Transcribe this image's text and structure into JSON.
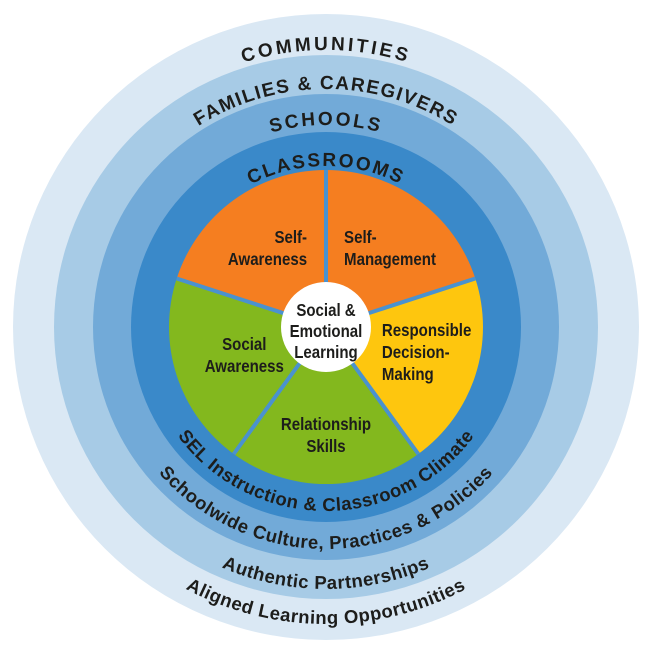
{
  "diagram": {
    "center": {
      "lines": [
        "Social &",
        "Emotional",
        "Learning"
      ]
    },
    "slices": [
      {
        "name": "Self-Management",
        "lines": [
          "Self-",
          "Management"
        ],
        "color": "#f57e20"
      },
      {
        "name": "Responsible Decision-Making",
        "lines": [
          "Responsible",
          "Decision-",
          "Making"
        ],
        "color": "#fec60e"
      },
      {
        "name": "Relationship Skills",
        "lines": [
          "Relationship",
          "Skills"
        ],
        "color": "#83b81e"
      },
      {
        "name": "Social Awareness",
        "lines": [
          "Social",
          "Awareness"
        ],
        "color": "#83b81e"
      },
      {
        "name": "Self-Awareness",
        "lines": [
          "Self-",
          "Awareness"
        ],
        "color": "#f57e20"
      }
    ],
    "rings": [
      {
        "name": "Classrooms",
        "top_label": "CLASSROOMS",
        "bottom_label": "SEL Instruction & Classroom Climate",
        "color": "#3a89c9"
      },
      {
        "name": "Schools",
        "top_label": "SCHOOLS",
        "bottom_label": "Schoolwide Culture, Practices & Policies",
        "color": "#72aad8"
      },
      {
        "name": "Families & Caregivers",
        "top_label": "FAMILIES & CAREGIVERS",
        "bottom_label": "Authentic Partnerships",
        "color": "#a7cbe6"
      },
      {
        "name": "Communities",
        "top_label": "COMMUNITIES",
        "bottom_label": "Aligned Learning Opportunities",
        "color": "#dae8f4"
      }
    ],
    "colors": {
      "background": "#ffffff",
      "text": "#1d1d1b",
      "divider": "#4a92cf",
      "center_bg": "#ffffff"
    }
  }
}
